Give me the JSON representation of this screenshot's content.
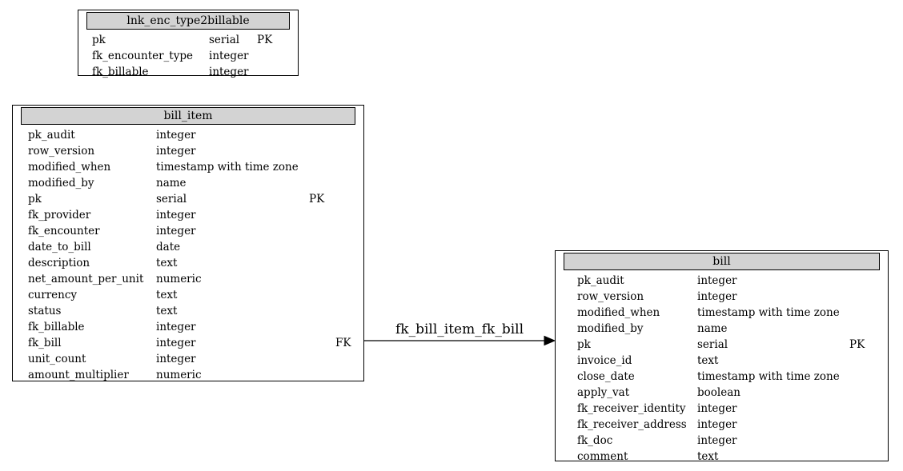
{
  "diagram": {
    "background_color": "#ffffff",
    "border_color": "#000000",
    "header_fill_color": "#d3d3d3"
  },
  "tables": [
    {
      "name": "lnk_enc_type2billable",
      "columns": [
        {
          "name": "pk",
          "type": "serial",
          "key": "PK"
        },
        {
          "name": "fk_encounter_type",
          "type": "integer",
          "key": ""
        },
        {
          "name": "fk_billable",
          "type": "integer",
          "key": ""
        }
      ]
    },
    {
      "name": "bill_item",
      "columns": [
        {
          "name": "pk_audit",
          "type": "integer",
          "key": ""
        },
        {
          "name": "row_version",
          "type": "integer",
          "key": ""
        },
        {
          "name": "modified_when",
          "type": "timestamp with time zone",
          "key": ""
        },
        {
          "name": "modified_by",
          "type": "name",
          "key": ""
        },
        {
          "name": "pk",
          "type": "serial",
          "key": "PK"
        },
        {
          "name": "fk_provider",
          "type": "integer",
          "key": ""
        },
        {
          "name": "fk_encounter",
          "type": "integer",
          "key": ""
        },
        {
          "name": "date_to_bill",
          "type": "date",
          "key": ""
        },
        {
          "name": "description",
          "type": "text",
          "key": ""
        },
        {
          "name": "net_amount_per_unit",
          "type": "numeric",
          "key": ""
        },
        {
          "name": "currency",
          "type": "text",
          "key": ""
        },
        {
          "name": "status",
          "type": "text",
          "key": ""
        },
        {
          "name": "fk_billable",
          "type": "integer",
          "key": ""
        },
        {
          "name": "fk_bill",
          "type": "integer",
          "key": "FK"
        },
        {
          "name": "unit_count",
          "type": "integer",
          "key": ""
        },
        {
          "name": "amount_multiplier",
          "type": "numeric",
          "key": ""
        }
      ]
    },
    {
      "name": "bill",
      "columns": [
        {
          "name": "pk_audit",
          "type": "integer",
          "key": ""
        },
        {
          "name": "row_version",
          "type": "integer",
          "key": ""
        },
        {
          "name": "modified_when",
          "type": "timestamp with time zone",
          "key": ""
        },
        {
          "name": "modified_by",
          "type": "name",
          "key": ""
        },
        {
          "name": "pk",
          "type": "serial",
          "key": "PK"
        },
        {
          "name": "invoice_id",
          "type": "text",
          "key": ""
        },
        {
          "name": "close_date",
          "type": "timestamp with time zone",
          "key": ""
        },
        {
          "name": "apply_vat",
          "type": "boolean",
          "key": ""
        },
        {
          "name": "fk_receiver_identity",
          "type": "integer",
          "key": ""
        },
        {
          "name": "fk_receiver_address",
          "type": "integer",
          "key": ""
        },
        {
          "name": "fk_doc",
          "type": "integer",
          "key": ""
        },
        {
          "name": "comment",
          "type": "text",
          "key": ""
        }
      ]
    }
  ],
  "relation": {
    "label": "fk_bill_item_fk_bill",
    "from_table": "bill_item",
    "to_table": "bill"
  }
}
